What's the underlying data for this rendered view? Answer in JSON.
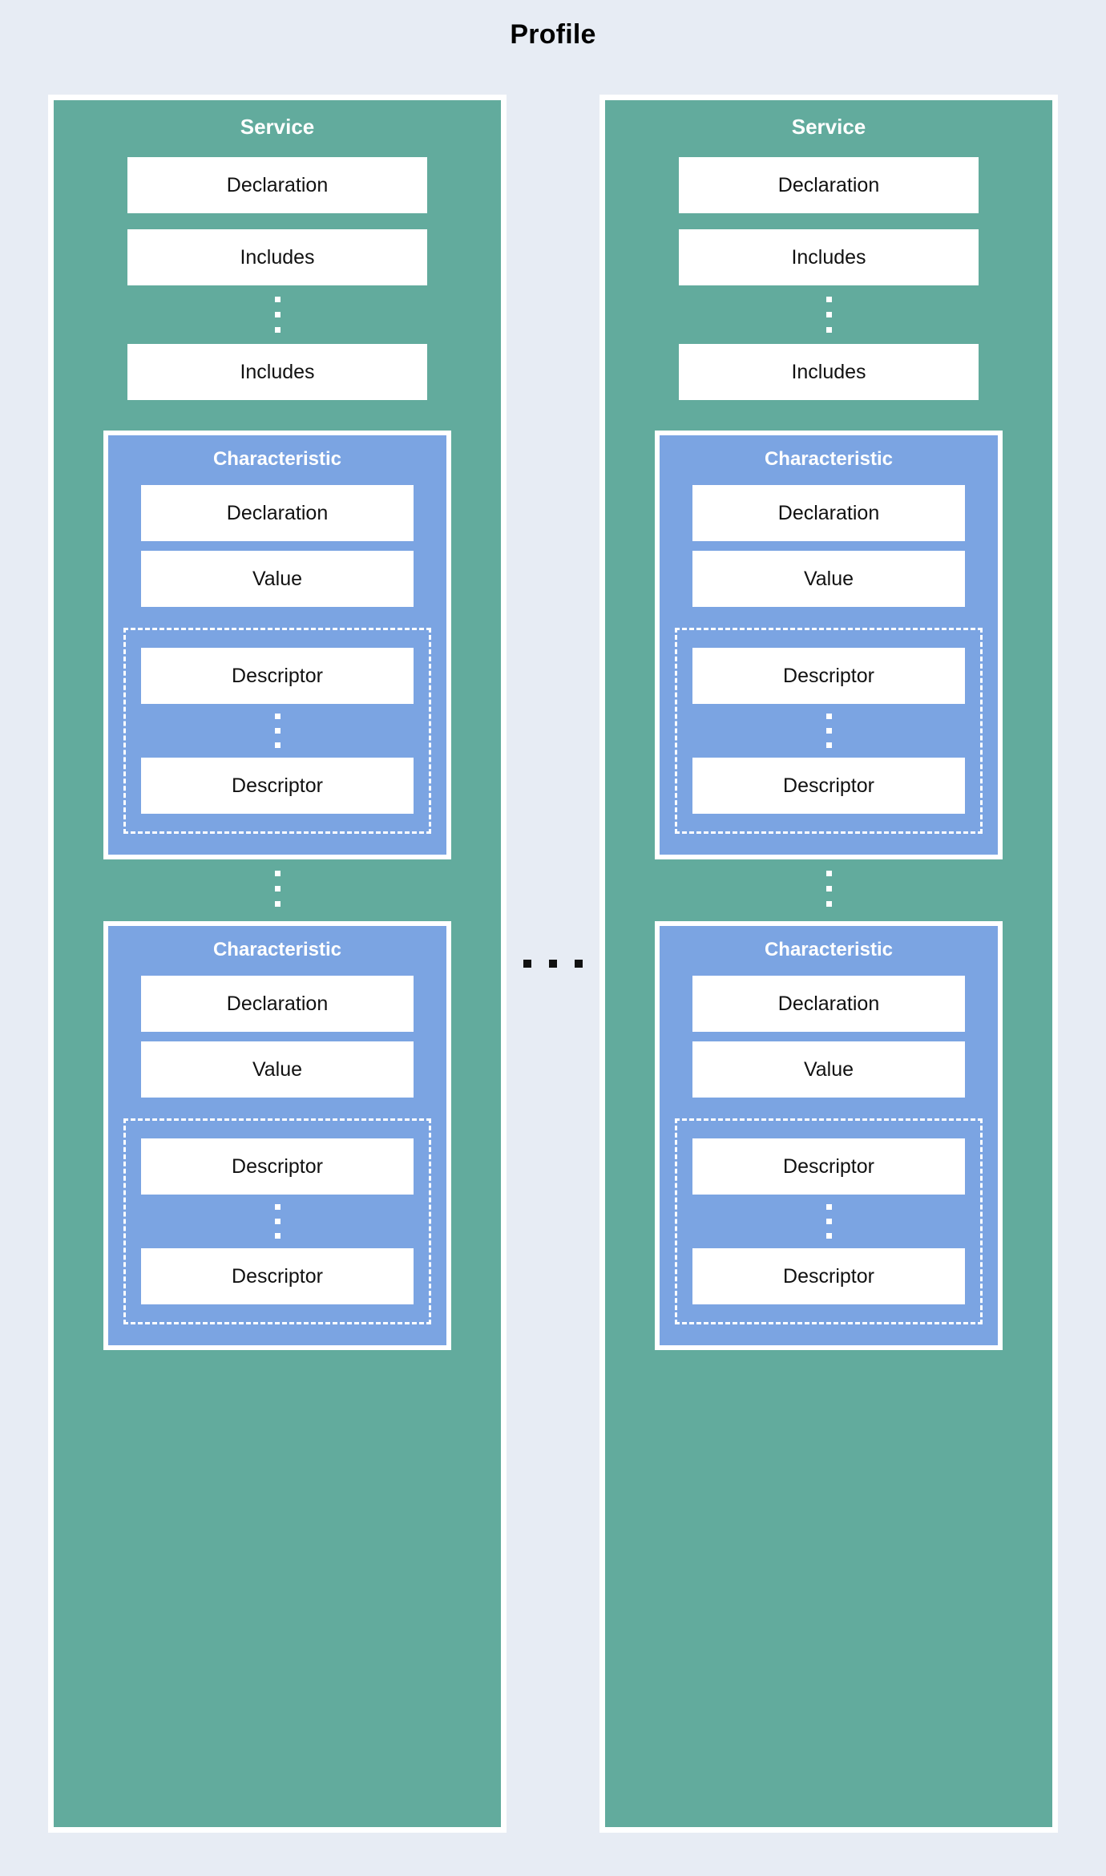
{
  "diagram": {
    "title": "Profile",
    "type": "nested-block-diagram",
    "background_color": "#e7ecf4",
    "between_columns_ellipsis": "…"
  },
  "colors": {
    "background": "#e7ecf4",
    "service": "#62ab9d",
    "characteristic": "#7ba4e2",
    "box": "#ffffff",
    "text_dark": "#111111",
    "text_light": "#ffffff"
  },
  "columns": [
    {
      "service": {
        "title": "Service",
        "items": [
          {
            "label": "Declaration"
          },
          {
            "label": "Includes"
          }
        ],
        "items_ellipsis": "vertical",
        "items_tail": [
          {
            "label": "Includes"
          }
        ],
        "characteristics": [
          {
            "title": "Characteristic",
            "items": [
              {
                "label": "Declaration"
              },
              {
                "label": "Value"
              }
            ],
            "descriptors": {
              "head": {
                "label": "Descriptor"
              },
              "ellipsis": "vertical",
              "tail": {
                "label": "Descriptor"
              }
            }
          },
          {
            "title": "Characteristic",
            "items": [
              {
                "label": "Declaration"
              },
              {
                "label": "Value"
              }
            ],
            "descriptors": {
              "head": {
                "label": "Descriptor"
              },
              "ellipsis": "vertical",
              "tail": {
                "label": "Descriptor"
              }
            }
          }
        ],
        "characteristics_ellipsis": "vertical"
      }
    },
    {
      "service": {
        "title": "Service",
        "items": [
          {
            "label": "Declaration"
          },
          {
            "label": "Includes"
          }
        ],
        "items_ellipsis": "vertical",
        "items_tail": [
          {
            "label": "Includes"
          }
        ],
        "characteristics": [
          {
            "title": "Characteristic",
            "items": [
              {
                "label": "Declaration"
              },
              {
                "label": "Value"
              }
            ],
            "descriptors": {
              "head": {
                "label": "Descriptor"
              },
              "ellipsis": "vertical",
              "tail": {
                "label": "Descriptor"
              }
            }
          },
          {
            "title": "Characteristic",
            "items": [
              {
                "label": "Declaration"
              },
              {
                "label": "Value"
              }
            ],
            "descriptors": {
              "head": {
                "label": "Descriptor"
              },
              "ellipsis": "vertical",
              "tail": {
                "label": "Descriptor"
              }
            }
          }
        ],
        "characteristics_ellipsis": "vertical"
      }
    }
  ]
}
